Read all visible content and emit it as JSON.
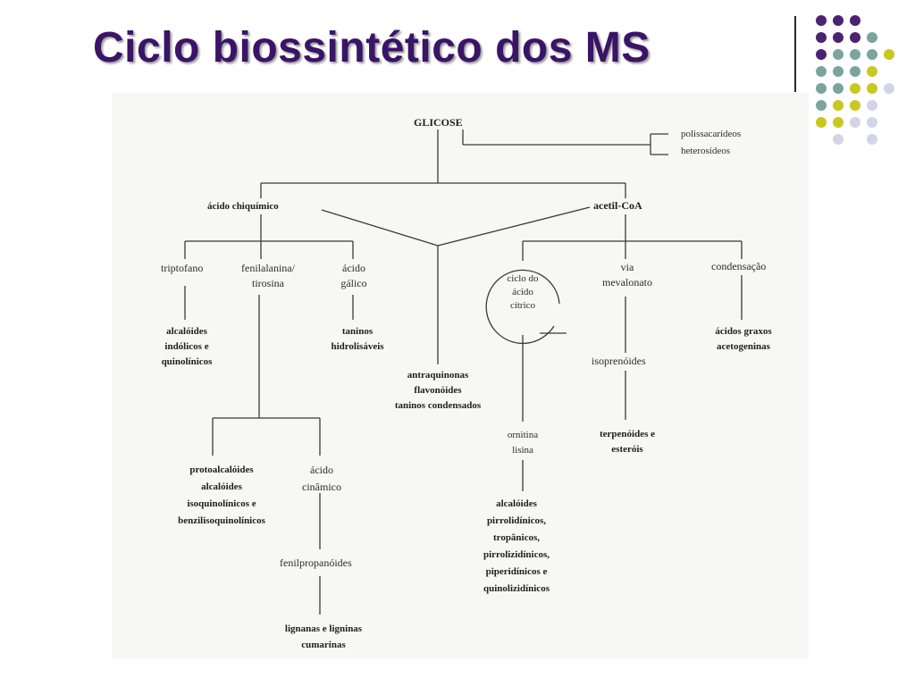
{
  "slide": {
    "title": "Ciclo biossintético dos MS"
  },
  "decoration": {
    "dot_colors": {
      "purple": "#4b2373",
      "teal": "#7da39f",
      "olive": "#c8c820",
      "lavender": "#d4d4e6"
    }
  },
  "diagram": {
    "glicose": "GLICOSE",
    "polissacarideos": "polissacarídeos",
    "heterosideos": "heterosídeos",
    "acido_chiquimico": "ácido chiquímico",
    "acetil_coa": "acetil-CoA",
    "triptofano": "triptofano",
    "fenilalanina_l1": "fenilalanina/",
    "fenilalanina_l2": "tirosina",
    "acido_galico_l1": "ácido",
    "acido_galico_l2": "gálico",
    "alcaloides_indolicos_l1": "alcalóides",
    "alcaloides_indolicos_l2": "indólicos e",
    "alcaloides_indolicos_l3": "quinolínicos",
    "taninos_hidro_l1": "taninos",
    "taninos_hidro_l2": "hidrolisáveis",
    "antraquinonas_l1": "antraquinonas",
    "antraquinonas_l2": "flavonóides",
    "antraquinonas_l3": "taninos condensados",
    "ciclo_l1": "ciclo do",
    "ciclo_l2": "ácido",
    "ciclo_l3": "cítrico",
    "via_l1": "via",
    "via_l2": "mevalonato",
    "condensacao": "condensação",
    "acidos_graxos_l1": "ácidos graxos",
    "acidos_graxos_l2": "acetogeninas",
    "isoprenoides": "isoprenóides",
    "terpenoides_l1": "terpenóides e",
    "terpenoides_l2": "esteróis",
    "ornitina_l1": "ornitina",
    "ornitina_l2": "lisina",
    "protoalcaloides_l1": "protoalcalóides",
    "protoalcaloides_l2": "alcalóides",
    "protoalcaloides_l3": "isoquinolínicos e",
    "protoalcaloides_l4": "benzilisoquinolínicos",
    "acido_cinamico_l1": "ácido",
    "acido_cinamico_l2": "cinâmico",
    "fenilpropanoides": "fenilpropanóides",
    "lignanas_l1": "lignanas e ligninas",
    "lignanas_l2": "cumarinas",
    "alcaloides_pirro_l1": "alcalóides",
    "alcaloides_pirro_l2": "pirrolidínicos,",
    "alcaloides_pirro_l3": "tropânicos,",
    "alcaloides_pirro_l4": "pirrolizidínicos,",
    "alcaloides_pirro_l5": "piperidínicos e",
    "alcaloides_pirro_l6": "quinolizidínicos"
  }
}
